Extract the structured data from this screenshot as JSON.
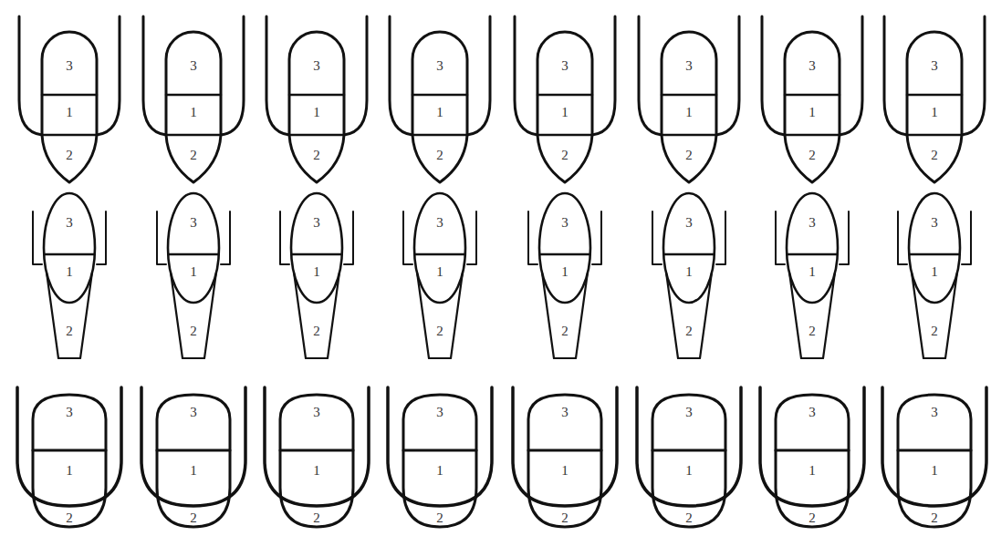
{
  "diagram": {
    "nodes": [
      {
        "text": [
          "3",
          "1",
          "2"
        ]
      },
      {
        "text": [
          "3",
          "1",
          "2"
        ]
      },
      {
        "text": [
          "3",
          "1",
          "2"
        ]
      },
      {
        "text": [
          "3",
          "1",
          "2"
        ]
      },
      {
        "text": [
          "3",
          "1",
          "2"
        ]
      },
      {
        "text": [
          "3",
          "1",
          "2"
        ]
      },
      {
        "text": [
          "3",
          "1",
          "2"
        ]
      },
      {
        "text": [
          "3",
          "1",
          "2"
        ]
      },
      {
        "text": [
          "3",
          "1",
          "2"
        ]
      },
      {
        "text": [
          "3",
          "1",
          "2"
        ]
      },
      {
        "text": [
          "3",
          "1",
          "2"
        ]
      },
      {
        "text": [
          "3",
          "1",
          "2"
        ]
      },
      {
        "text": [
          "3",
          "1",
          "2"
        ]
      },
      {
        "text": [
          "3",
          "1",
          "2"
        ]
      },
      {
        "text": [
          "3",
          "1",
          "2"
        ]
      },
      {
        "text": [
          "3",
          "1",
          "2"
        ]
      },
      {
        "text": [
          "3",
          "1",
          "2"
        ]
      },
      {
        "text": [
          "3",
          "1",
          "2"
        ]
      },
      {
        "text": [
          "3",
          "1",
          "2"
        ]
      },
      {
        "text": [
          "3",
          "1",
          "2"
        ]
      },
      {
        "text": [
          "3",
          "1",
          "2"
        ]
      },
      {
        "text": [
          "3",
          "1",
          "2"
        ]
      },
      {
        "text": [
          "3",
          "1",
          "2"
        ]
      },
      {
        "text": [
          "3",
          "1",
          "2"
        ]
      }
    ]
  }
}
